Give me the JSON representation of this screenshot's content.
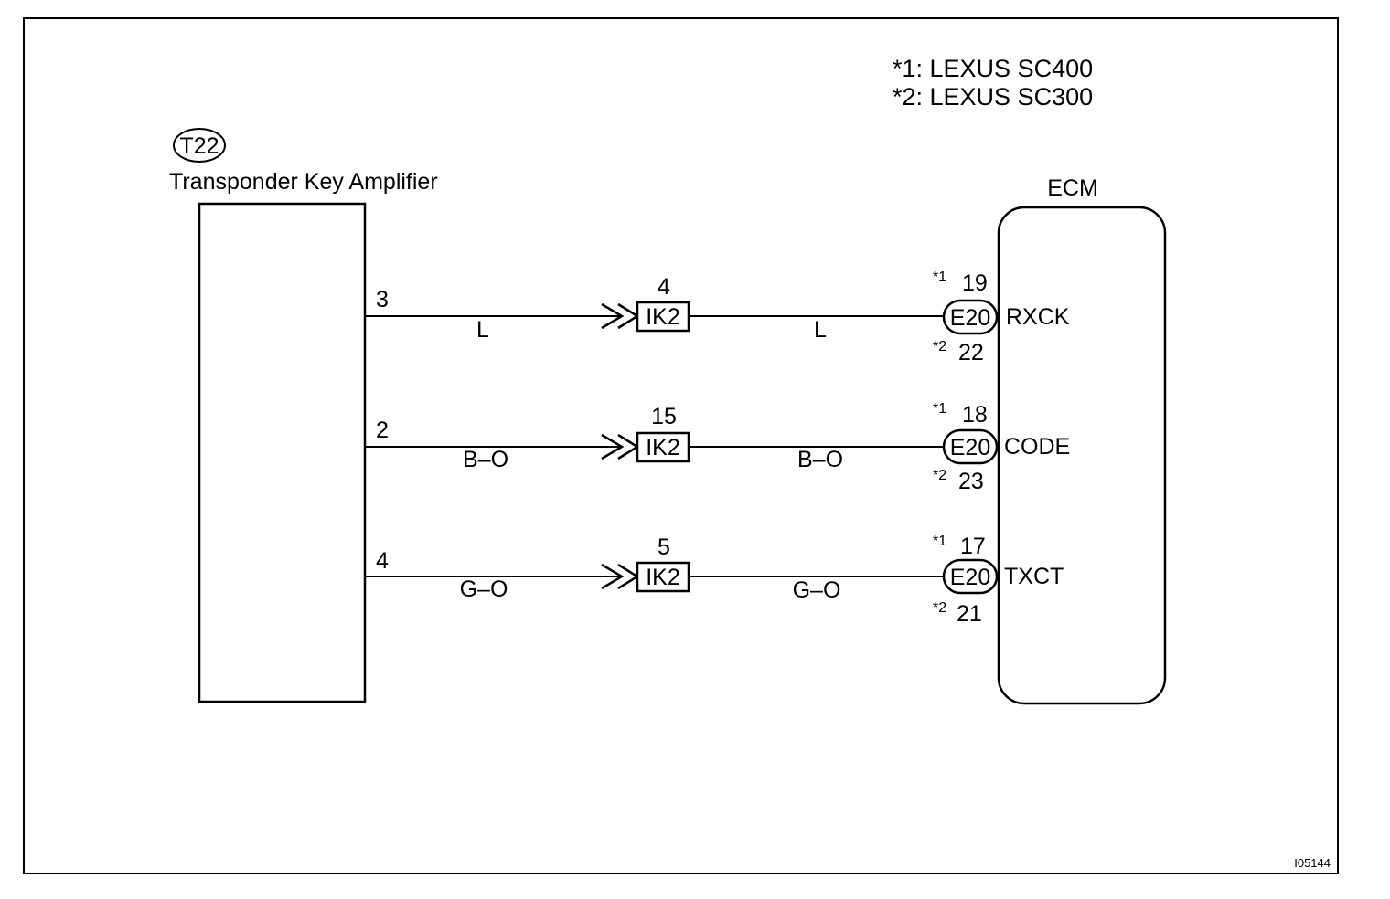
{
  "notes": [
    "*1: LEXUS SC400",
    "*2: LEXUS SC300"
  ],
  "amplifier": {
    "connector": "T22",
    "name": "Transponder Key Amplifier"
  },
  "ecm": {
    "name": "ECM"
  },
  "circuits": [
    {
      "amp_pin": "3",
      "wire": "L",
      "junction": {
        "name": "IK2",
        "pin": "4"
      },
      "ecm_connector": "E20",
      "signal": "RXCK",
      "ecm_pin_1": "19",
      "ecm_pin_2": "22"
    },
    {
      "amp_pin": "2",
      "wire": "B–O",
      "junction": {
        "name": "IK2",
        "pin": "15"
      },
      "ecm_connector": "E20",
      "signal": "CODE",
      "ecm_pin_1": "18",
      "ecm_pin_2": "23"
    },
    {
      "amp_pin": "4",
      "wire": "G–O",
      "junction": {
        "name": "IK2",
        "pin": "5"
      },
      "ecm_connector": "E20",
      "signal": "TXCT",
      "ecm_pin_1": "17",
      "ecm_pin_2": "21"
    }
  ],
  "variant_marks": {
    "m1": "*1",
    "m2": "*2"
  },
  "figure_id": "I05144"
}
